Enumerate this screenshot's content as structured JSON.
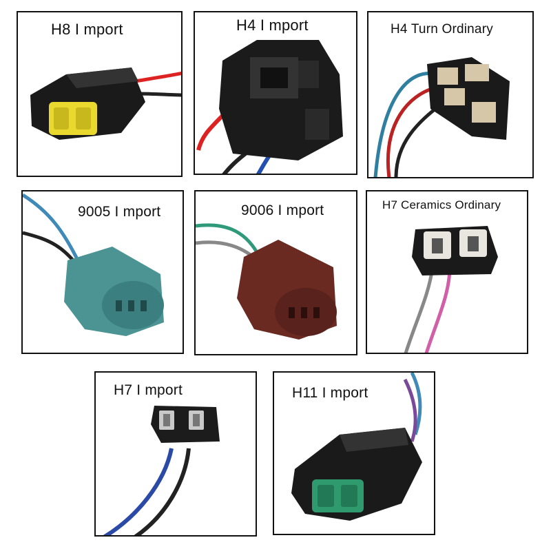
{
  "panels": [
    {
      "label": "H8 I mport"
    },
    {
      "label": "H4 I mport"
    },
    {
      "label": "H4 Turn Ordinary"
    },
    {
      "label": "9005 I mport"
    },
    {
      "label": "9006 I mport"
    },
    {
      "label": "H7 Ceramics Ordinary"
    },
    {
      "label": "H7 I mport"
    },
    {
      "label": "H11 I mport"
    }
  ]
}
